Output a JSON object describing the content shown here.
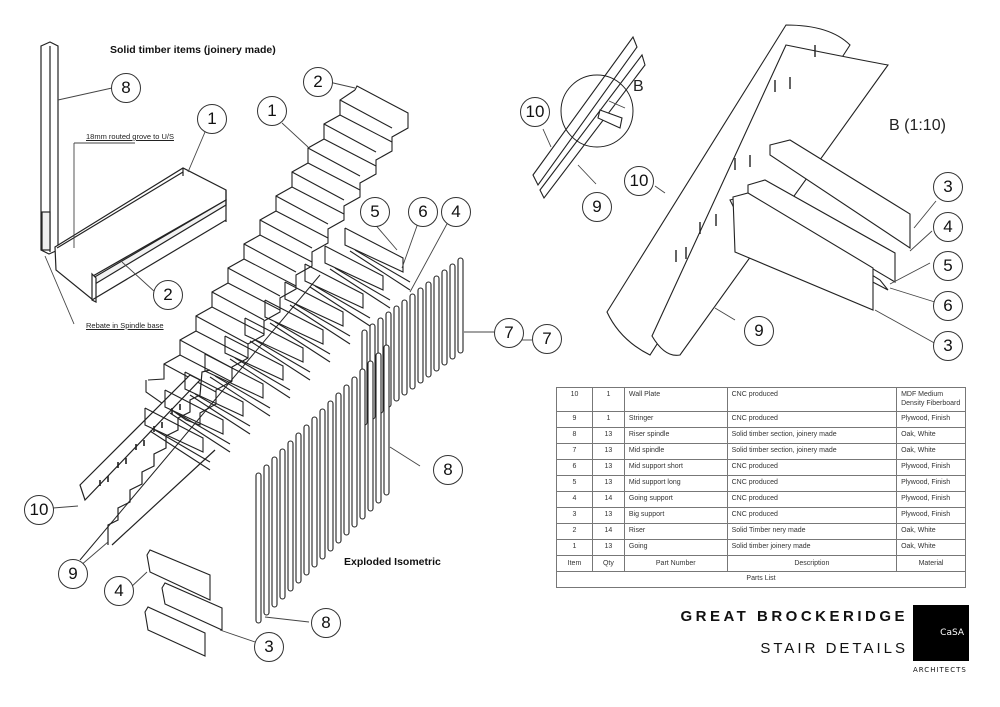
{
  "drawing": {
    "headings": {
      "solid_timber": "Solid timber items (joinery made)",
      "exploded": "Exploded Isometric",
      "detail_ref": "B",
      "detail_title": "B (1:10)"
    },
    "notes": {
      "groove": "18mm routed grove to U/S",
      "rebate": "Rebate in Spindle base"
    },
    "callouts": {
      "a": "8",
      "b": "1",
      "c": "2",
      "d": "1",
      "e": "2",
      "f": "5",
      "g": "6",
      "h": "4",
      "i": "7",
      "j": "7",
      "k": "8",
      "l": "10",
      "m": "9",
      "n": "4",
      "o": "8",
      "p": "3",
      "q": "10",
      "r": "9",
      "s": "10",
      "t": "3",
      "u": "4",
      "v": "5",
      "w": "6",
      "x": "9",
      "y": "3"
    }
  },
  "parts_list": {
    "title": "Parts List",
    "columns": [
      "Item",
      "Qty",
      "Part Number",
      "Description",
      "Material"
    ],
    "rows": [
      {
        "item": "10",
        "qty": "1",
        "part": "Wall Plate",
        "desc": "CNC produced",
        "material": "MDF Medium Density Fiberboard"
      },
      {
        "item": "9",
        "qty": "1",
        "part": "Stringer",
        "desc": "CNC produced",
        "material": "Plywood, Finish"
      },
      {
        "item": "8",
        "qty": "13",
        "part": "Riser spindle",
        "desc": "Solid timber section, joinery made",
        "material": "Oak, White"
      },
      {
        "item": "7",
        "qty": "13",
        "part": "Mid spindle",
        "desc": "Solid timber section, joinery made",
        "material": "Oak, White"
      },
      {
        "item": "6",
        "qty": "13",
        "part": "Mid support short",
        "desc": "CNC produced",
        "material": "Plywood, Finish"
      },
      {
        "item": "5",
        "qty": "13",
        "part": "Mid support long",
        "desc": "CNC produced",
        "material": "Plywood, Finish"
      },
      {
        "item": "4",
        "qty": "14",
        "part": "Going support",
        "desc": "CNC produced",
        "material": "Plywood, Finish"
      },
      {
        "item": "3",
        "qty": "13",
        "part": "Big support",
        "desc": "CNC produced",
        "material": "Plywood, Finish"
      },
      {
        "item": "2",
        "qty": "14",
        "part": "Riser",
        "desc": "Solid Timber nery made",
        "material": "Oak, White"
      },
      {
        "item": "1",
        "qty": "13",
        "part": "Going",
        "desc": "Solid timber joinery made",
        "material": "Oak, White"
      }
    ]
  },
  "title_block": {
    "project": "GREAT BROCKERIDGE",
    "sheet": "STAIR DETAILS",
    "logo": "CaSA",
    "firm": "ARCHITECTS"
  }
}
